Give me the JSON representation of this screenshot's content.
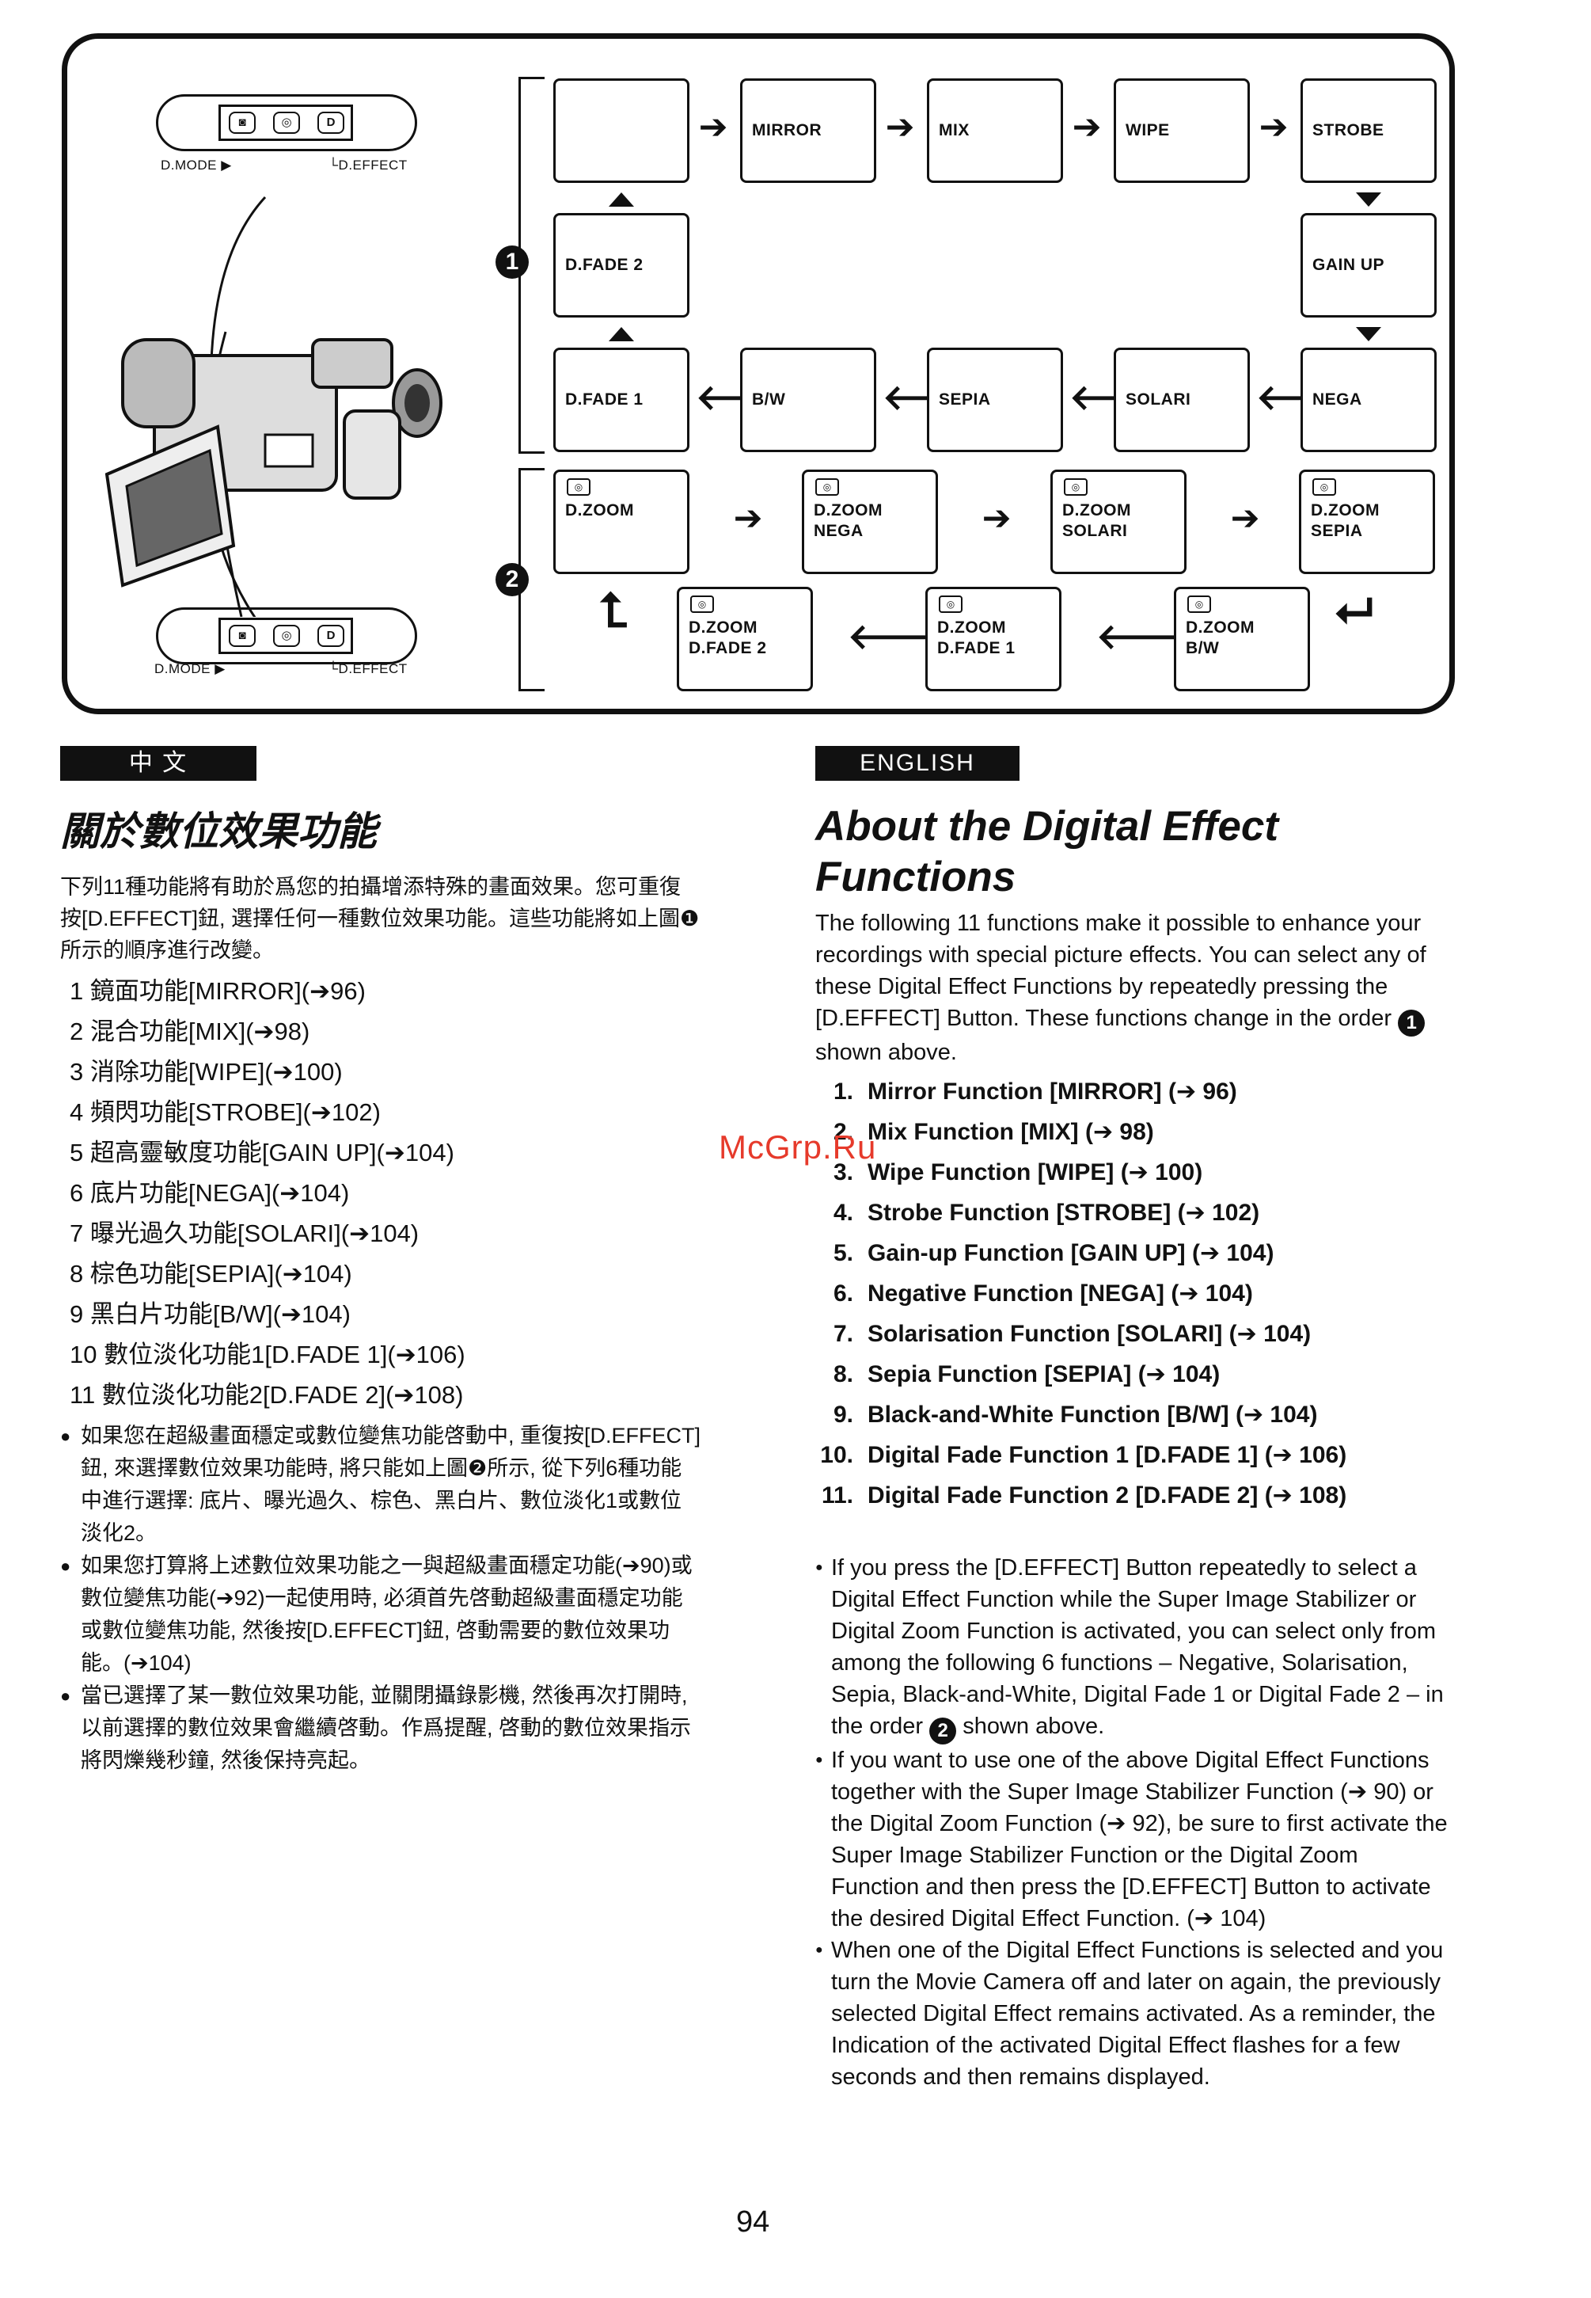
{
  "diagram": {
    "marker1": "1",
    "marker2": "2",
    "dmode_label": "D.MODE ▶",
    "deffect_label": "D.EFFECT",
    "switch_top_letter": "D",
    "switch_bottom_letter": "D",
    "group1": {
      "row1": [
        "",
        "MIRROR",
        "MIX",
        "WIPE",
        "STROBE"
      ],
      "row2_left": "D.FADE 2",
      "row2_right": "GAIN UP",
      "row3": [
        "D.FADE 1",
        "B/W",
        "SEPIA",
        "SOLARI",
        "NEGA"
      ]
    },
    "group2": {
      "row1": [
        "D.ZOOM",
        "D.ZOOM\nNEGA",
        "D.ZOOM\nSOLARI",
        "D.ZOOM\nSEPIA"
      ],
      "row2": [
        "D.ZOOM\nD.FADE 2",
        "D.ZOOM\nD.FADE 1",
        "D.ZOOM\nB/W"
      ]
    }
  },
  "zh": {
    "header": "中 文",
    "title": "關於數位效果功能",
    "intro": "下列11種功能將有助於爲您的拍攝增添特殊的畫面效果。您可重復按[D.EFFECT]鈕, 選擇任何一種數位效果功能。這些功能將如上圖❶所示的順序進行改變。",
    "items": [
      "1 鏡面功能[MIRROR](➔96)",
      "2 混合功能[MIX](➔98)",
      "3 消除功能[WIPE](➔100)",
      "4 頻閃功能[STROBE](➔102)",
      "5 超高靈敏度功能[GAIN UP](➔104)",
      "6 底片功能[NEGA](➔104)",
      "7 曝光過久功能[SOLARI](➔104)",
      "8 棕色功能[SEPIA](➔104)",
      "9 黑白片功能[B/W](➔104)",
      "10 數位淡化功能1[D.FADE 1](➔106)",
      "11 數位淡化功能2[D.FADE 2](➔108)"
    ],
    "bullets": [
      "如果您在超級畫面穩定或數位變焦功能啓動中, 重復按[D.EFFECT]鈕, 來選擇數位效果功能時, 將只能如上圖❷所示, 從下列6種功能中進行選擇: 底片、曝光過久、棕色、黑白片、數位淡化1或數位淡化2。",
      "如果您打算將上述數位效果功能之一與超級畫面穩定功能(➔90)或數位變焦功能(➔92)一起使用時, 必須首先啓動超級畫面穩定功能或數位變焦功能, 然後按[D.EFFECT]鈕, 啓動需要的數位效果功能。(➔104)",
      "當已選擇了某一數位效果功能, 並關閉攝錄影機, 然後再次打開時, 以前選擇的數位效果會繼續啓動。作爲提醒, 啓動的數位效果指示將閃爍幾秒鐘, 然後保持亮起。"
    ]
  },
  "en": {
    "header": "ENGLISH",
    "title_line1": "About the Digital Effect",
    "title_line2": "Functions",
    "intro_a": "The following 11 functions make it possible to enhance your recordings with special picture effects. You can select any of these Digital Effect Functions by repeatedly pressing the [D.EFFECT] Button. These functions change in the order",
    "intro_circle": "1",
    "intro_b": "shown above.",
    "items": [
      {
        "n": "1.",
        "t": "Mirror Function [MIRROR] (➔ 96)"
      },
      {
        "n": "2.",
        "t": "Mix Function [MIX] (➔ 98)"
      },
      {
        "n": "3.",
        "t": "Wipe Function [WIPE] (➔ 100)"
      },
      {
        "n": "4.",
        "t": "Strobe Function [STROBE] (➔ 102)"
      },
      {
        "n": "5.",
        "t": "Gain-up Function [GAIN UP] (➔ 104)"
      },
      {
        "n": "6.",
        "t": "Negative Function [NEGA] (➔ 104)"
      },
      {
        "n": "7.",
        "t": "Solarisation Function [SOLARI] (➔ 104)"
      },
      {
        "n": "8.",
        "t": "Sepia Function [SEPIA] (➔ 104)"
      },
      {
        "n": "9.",
        "t": "Black-and-White Function [B/W] (➔ 104)"
      },
      {
        "n": "10.",
        "t": "Digital Fade Function 1 [D.FADE 1] (➔ 106)"
      },
      {
        "n": "11.",
        "t": "Digital Fade Function 2 [D.FADE 2] (➔ 108)"
      }
    ],
    "bullet1_a": "If you press the [D.EFFECT] Button repeatedly to select a Digital Effect Function while the Super Image Stabilizer or Digital Zoom Function is activated, you can select only from among the following 6 functions – Negative, Solarisation, Sepia, Black-and-White, Digital Fade 1 or Digital Fade 2 – in the order",
    "bullet1_circle": "2",
    "bullet1_b": "shown above.",
    "bullet2": "If you want to use one of the above Digital Effect Functions together with the Super Image Stabilizer Function (➔ 90) or the Digital Zoom Function (➔ 92), be sure to first activate the Super Image Stabilizer Function or the Digital Zoom Function and then press the [D.EFFECT] Button to activate the desired Digital Effect Function. (➔ 104)",
    "bullet3": "When one of the Digital Effect Functions is selected and you turn the Movie Camera off and later on again, the previously selected Digital Effect remains activated. As a reminder, the Indication of the activated Digital Effect flashes for a few seconds and then remains displayed."
  },
  "page_number": "94",
  "watermark": "McGrp.Ru"
}
